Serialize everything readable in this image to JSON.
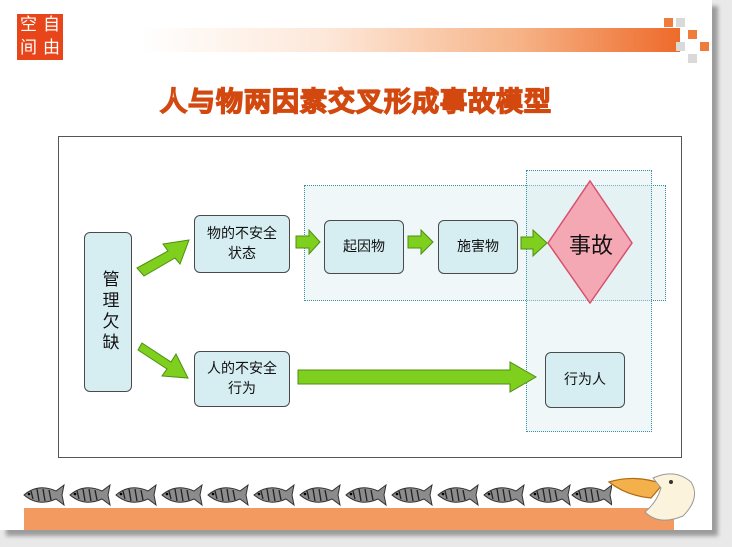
{
  "logo": {
    "chars": [
      "空",
      "自",
      "间",
      "由"
    ]
  },
  "title": "人与物两因素交叉形成事故模型",
  "boxes": {
    "management": "管理欠缺",
    "unsafe_state": "物的不安全状态",
    "cause_object": "起因物",
    "harm_object": "施害物",
    "accident": "事故",
    "unsafe_act": "人的不安全行为",
    "actor": "行为人"
  },
  "colors": {
    "accent": "#e8461a",
    "box_fill": "#d6eef2",
    "arrow_green": "#7fcf1e",
    "diamond_fill": "#f4a8b4",
    "diamond_border": "#d8506e"
  }
}
